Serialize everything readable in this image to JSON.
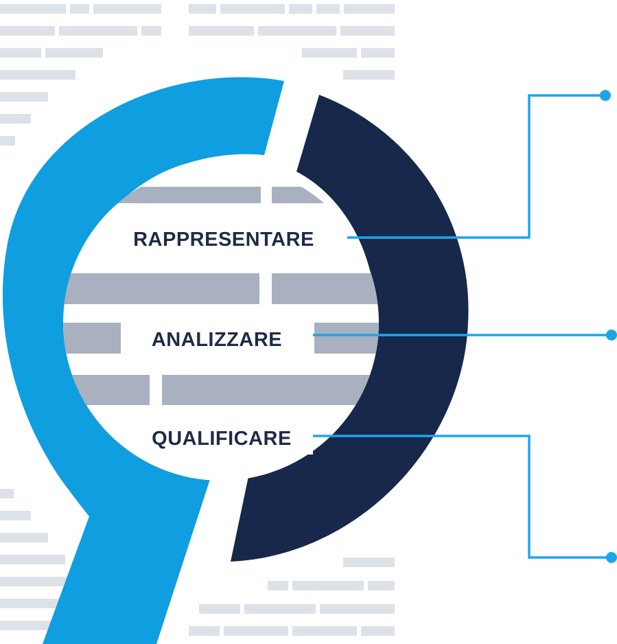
{
  "colors": {
    "light_blue": "#0f9ee0",
    "dark_navy": "#17284b",
    "gray_bar": "#a9b0bf",
    "pale_bar": "#dde1e8",
    "connector": "#1aa6ec",
    "label": "#1f2b48"
  },
  "diagram": {
    "labels": {
      "top": "RAPPRESENTARE",
      "middle": "ANALIZZARE",
      "bottom": "QUALIFICARE"
    }
  },
  "icons": {
    "logo": "q-shaped-split-ring-logo",
    "endpoint": "dot-endpoint"
  }
}
